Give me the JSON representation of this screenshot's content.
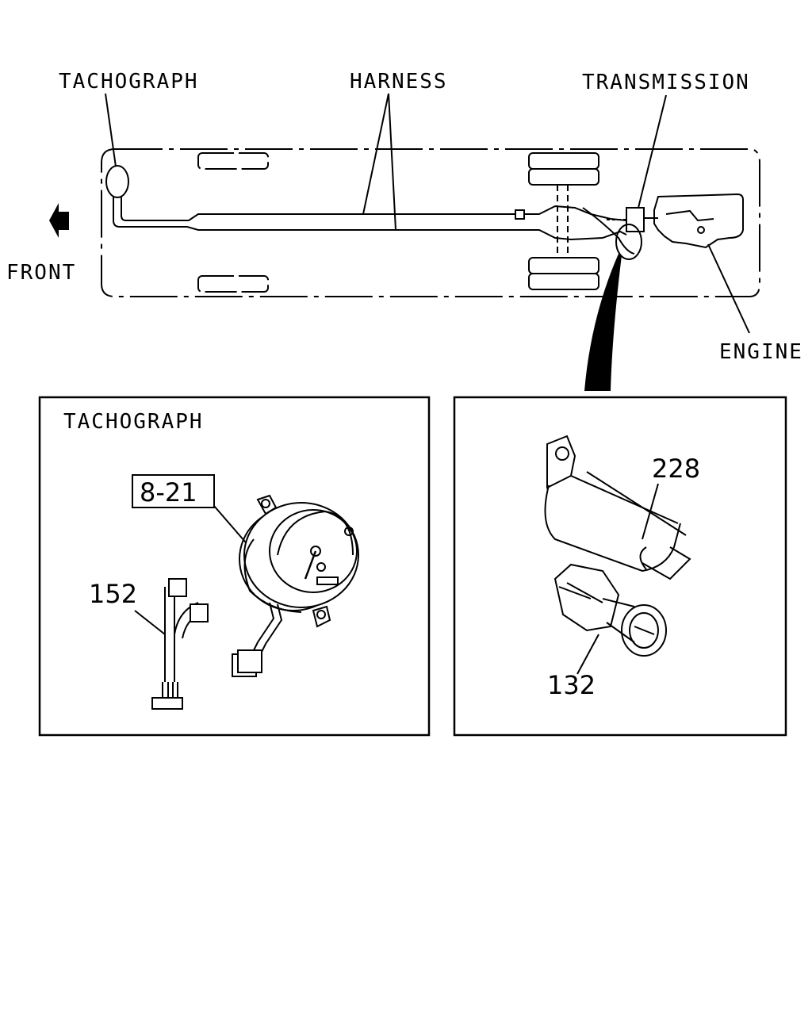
{
  "overview": {
    "labels": {
      "tachograph": "TACHOGRAPH",
      "harness": "HARNESS",
      "transmission": "TRANSMISSION",
      "engine": "ENGINE",
      "front": "FRONT"
    },
    "front_arrow_icon": "arrow-left-icon"
  },
  "detail_left": {
    "title": "TACHOGRAPH",
    "ref_box": "8-21",
    "part_harness": "152"
  },
  "detail_right": {
    "part_cover": "228",
    "part_sensor": "132"
  }
}
